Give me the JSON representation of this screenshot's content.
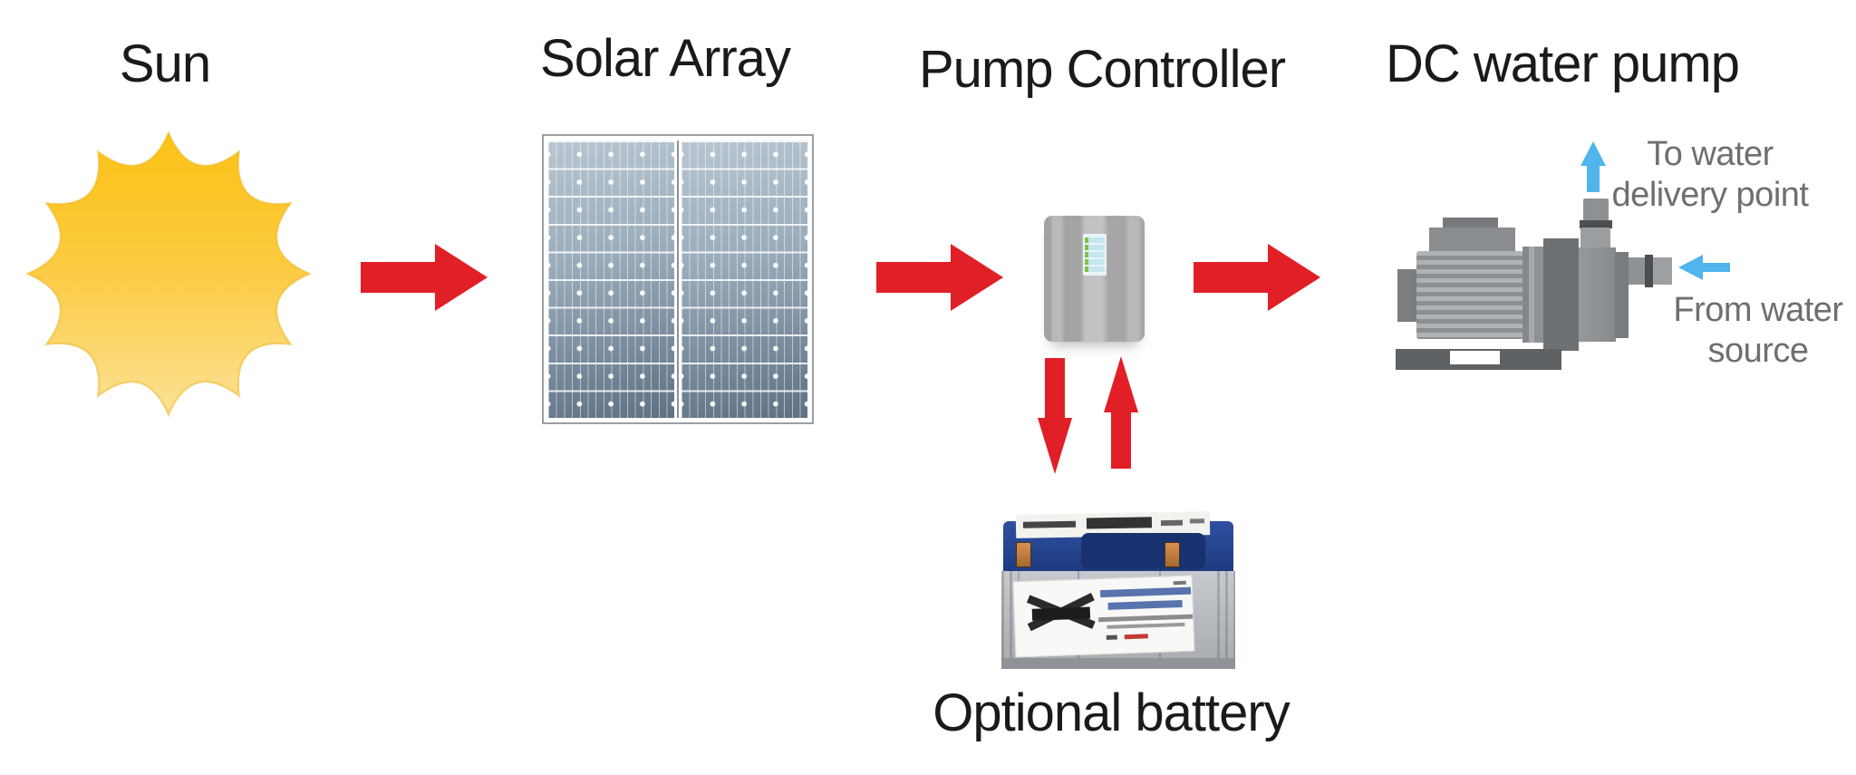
{
  "diagram": {
    "nodes": {
      "sun": {
        "label": "Sun"
      },
      "solar_array": {
        "label": "Solar Array"
      },
      "pump_controller": {
        "label": "Pump Controller"
      },
      "dc_water_pump": {
        "label": "DC water pump"
      },
      "optional_battery": {
        "label": "Optional battery"
      }
    },
    "annotations": {
      "to_water_line1": "To water",
      "to_water_line2": "delivery point",
      "from_water_line1": "From water",
      "from_water_line2": "source"
    },
    "flow": [
      "Sun -> Solar Array",
      "Solar Array -> Pump Controller",
      "Pump Controller -> DC water pump",
      "Pump Controller <-> Optional battery"
    ],
    "colors": {
      "background": "#ffffff",
      "flow_arrow_red": "#e11f26",
      "water_arrow_blue": "#4fb5ec",
      "annotation_text": "#6e6e73",
      "label_text": "#1a1a1a",
      "sun_gradient_top": "#fcc215",
      "sun_gradient_bottom": "#fbe195",
      "panel_light": "#b9c6d1",
      "panel_dark": "#5e7184",
      "controller_gray": "#a8a8a8",
      "battery_top_blue": "#24418c",
      "battery_body_gray": "#b6b9be"
    }
  }
}
